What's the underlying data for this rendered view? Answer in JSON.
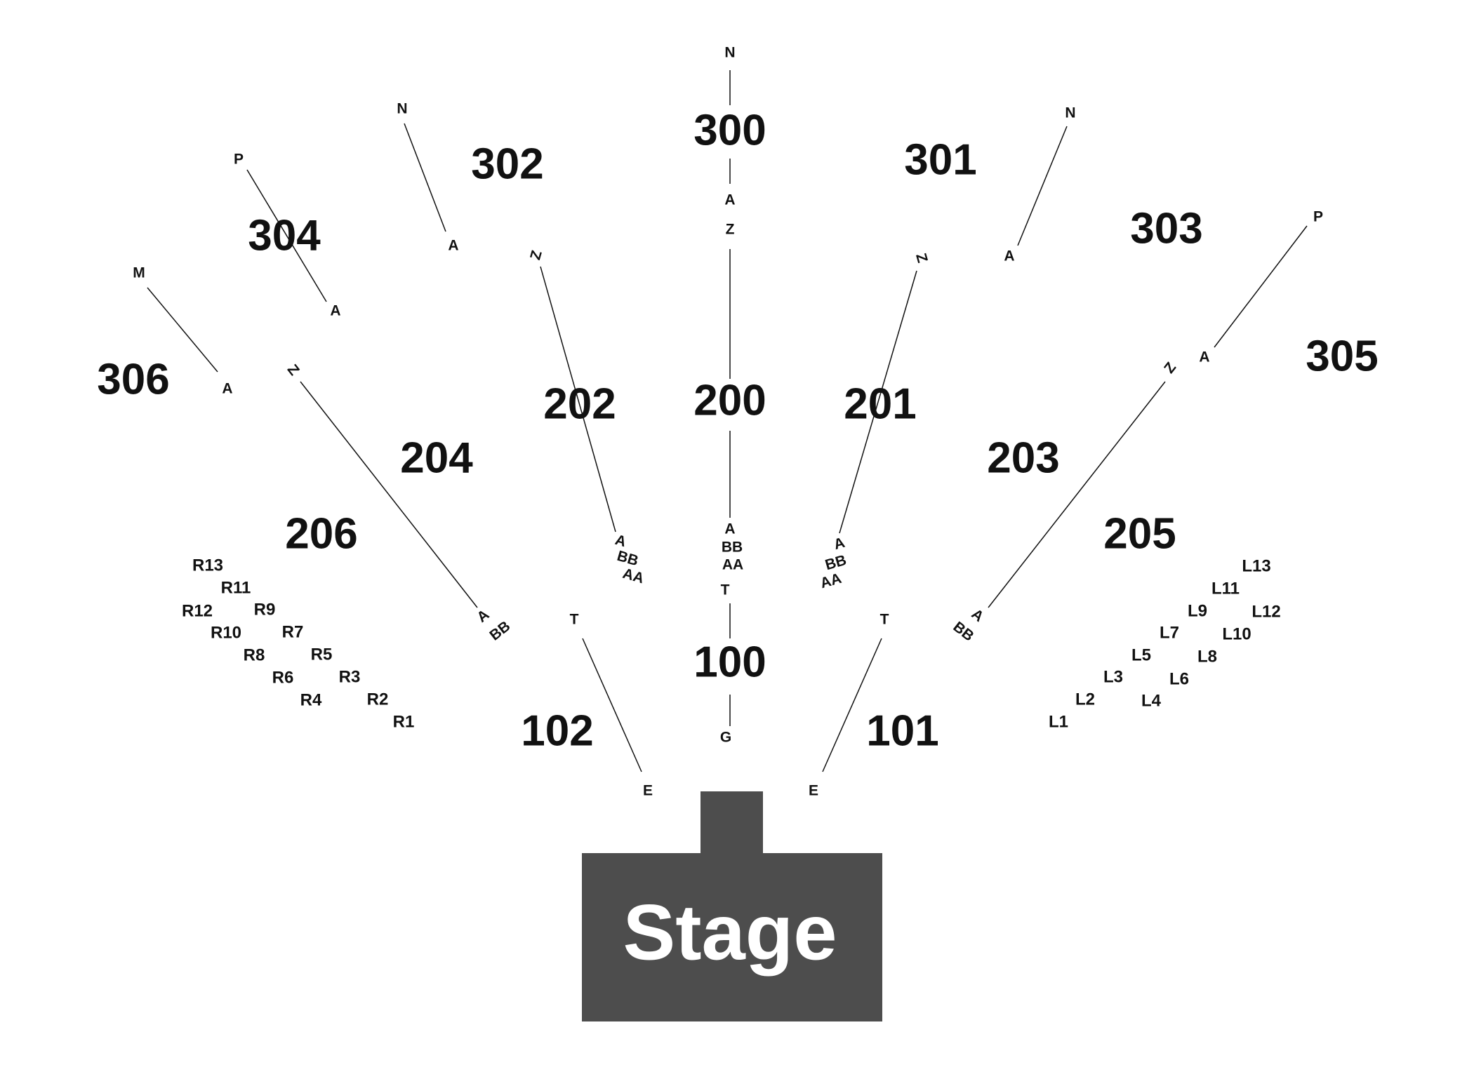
{
  "colors": {
    "stage": "#4d4d4d",
    "stage_text": "#ffffff",
    "text": "#111111",
    "background": "#ffffff"
  },
  "stage": {
    "label": "Stage"
  },
  "sections": {
    "s100": "100",
    "s101": "101",
    "s102": "102",
    "s200": "200",
    "s201": "201",
    "s202": "202",
    "s203": "203",
    "s204": "204",
    "s205": "205",
    "s206": "206",
    "s300": "300",
    "s301": "301",
    "s302": "302",
    "s303": "303",
    "s304": "304",
    "s305": "305",
    "s306": "306"
  },
  "rows": {
    "r300_top": "N",
    "r300_bottom": "A",
    "r200_top": "Z",
    "r200_a": "A",
    "r200_bb": "BB",
    "r200_aa": "AA",
    "r100_top": "T",
    "r100_bottom": "G",
    "r102_top": "T",
    "r102_bottom": "E",
    "r101_top": "T",
    "r101_bottom": "E",
    "r202_top": "Z",
    "r202_a": "A",
    "r202_bb": "BB",
    "r202_aa": "AA",
    "r201_top": "Z",
    "r201_a": "A",
    "r201_bb": "BB",
    "r201_aa": "AA",
    "r204_top": "Z",
    "r204_a": "A",
    "r204_bb": "BB",
    "r203_top": "Z",
    "r203_a": "A",
    "r203_bb": "BB",
    "r302_top": "N",
    "r302_bottom": "A",
    "r301_top": "N",
    "r301_bottom": "A",
    "r304_top": "P",
    "r304_bottom": "A",
    "r305_top": "P",
    "r305_bottom": "A",
    "r306_top": "M",
    "r306_bottom": "A"
  },
  "boxes_right": [
    "R13",
    "R11",
    "R12",
    "R9",
    "R10",
    "R7",
    "R8",
    "R5",
    "R6",
    "R3",
    "R4",
    "R2",
    "R1"
  ],
  "boxes_left": [
    "L13",
    "L11",
    "L12",
    "L9",
    "L10",
    "L7",
    "L8",
    "L5",
    "L6",
    "L3",
    "L4",
    "L2",
    "L1"
  ]
}
